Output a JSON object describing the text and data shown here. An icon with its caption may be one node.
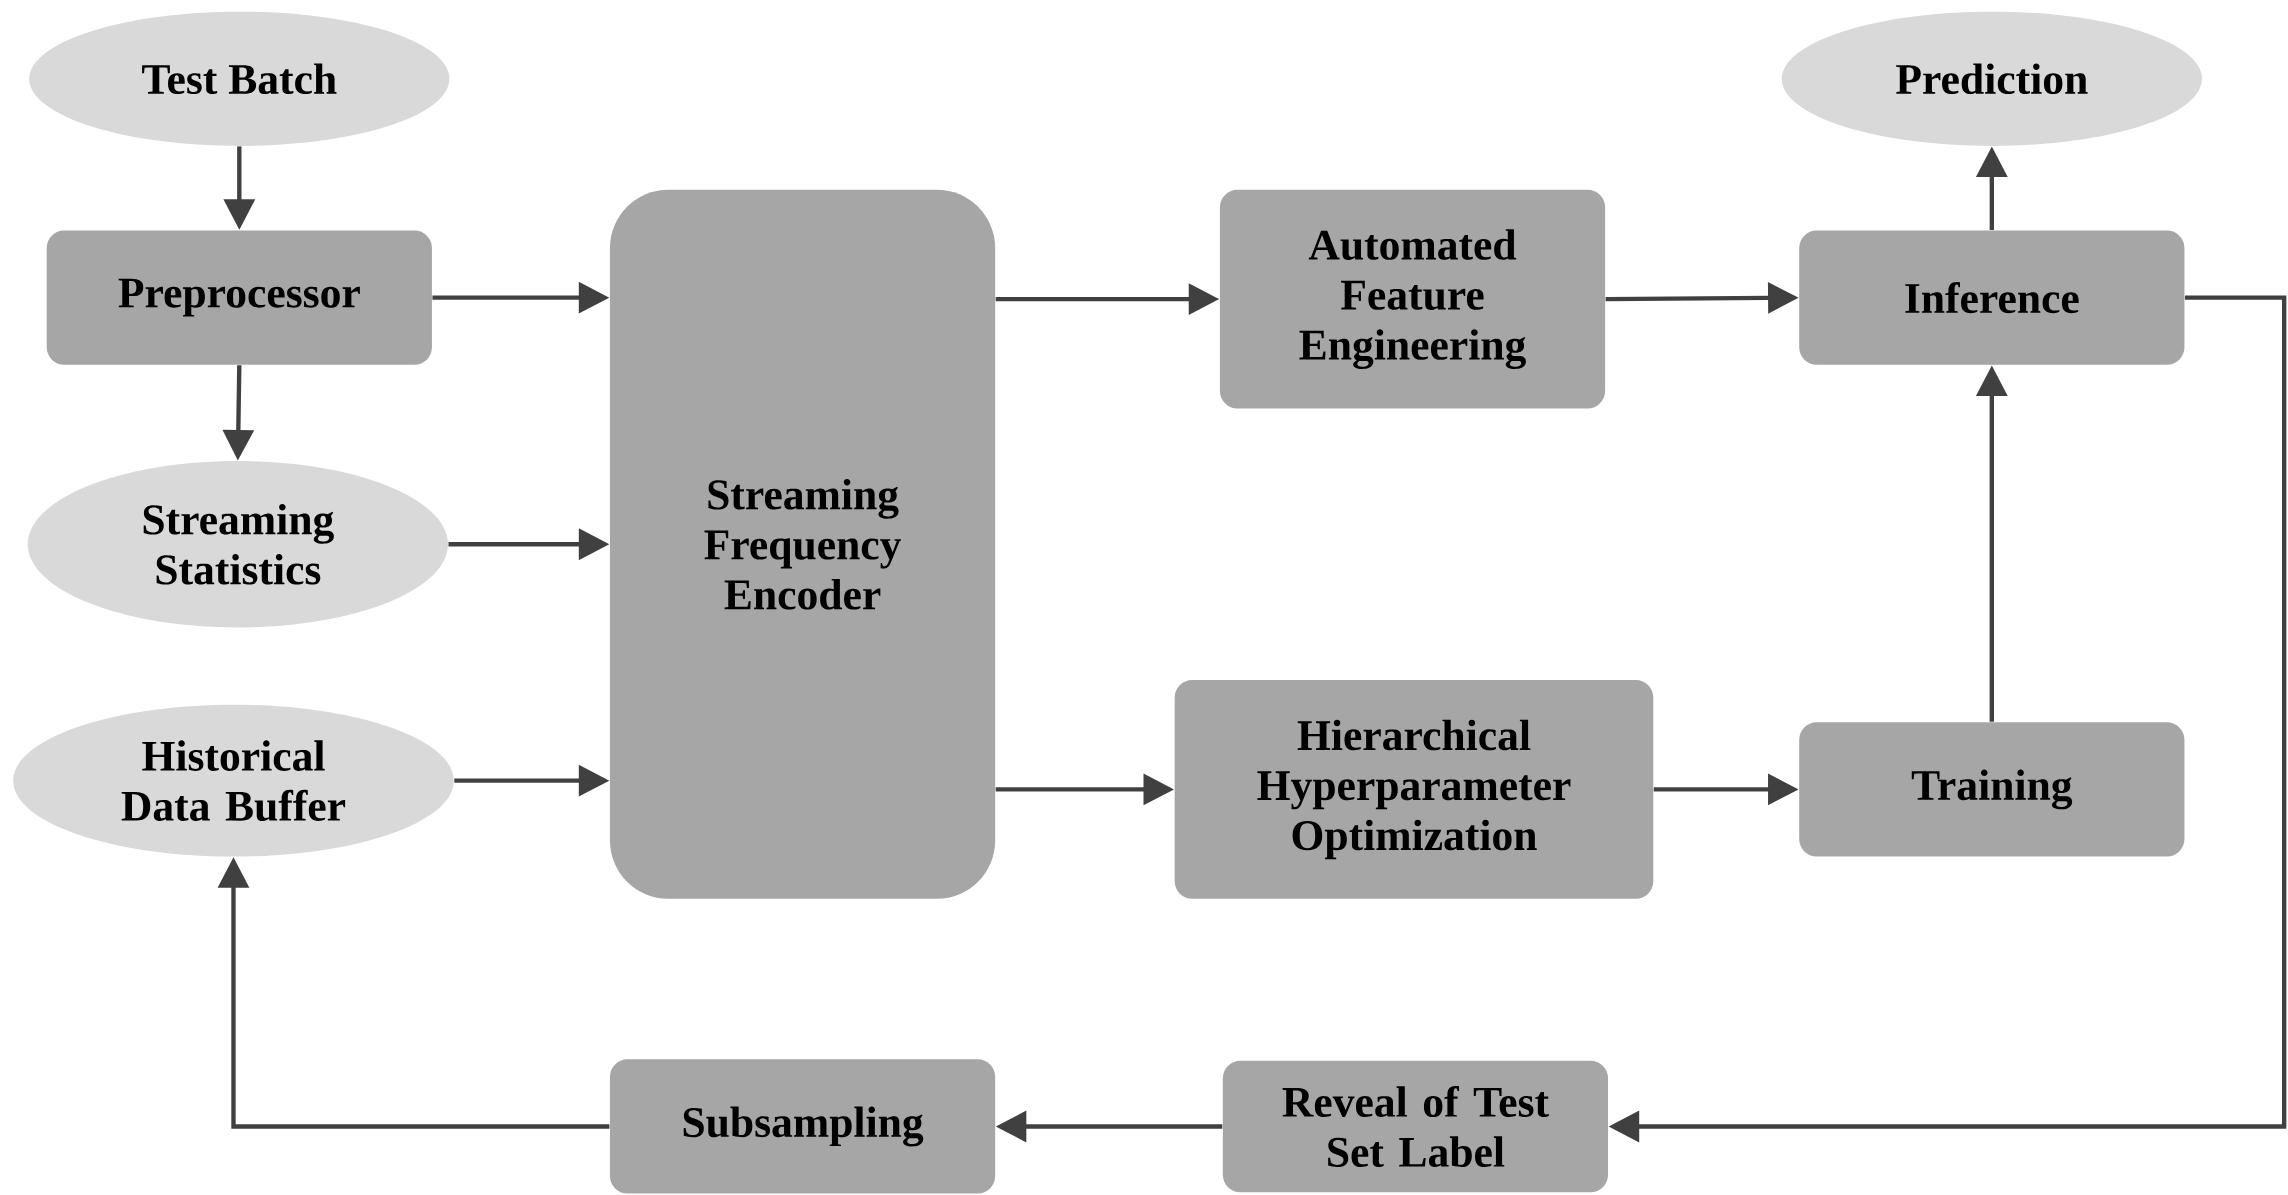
{
  "diagram": {
    "nodes": [
      {
        "text": [
          "Test Batch"
        ]
      },
      {
        "text": [
          "Preprocessor"
        ]
      },
      {
        "text": [
          "Streaming Statistics"
        ]
      },
      {
        "text": [
          "Historical Data Buffer"
        ]
      },
      {
        "text": [
          "Streaming Frequency Encoder"
        ]
      },
      {
        "text": [
          "Automated Feature Engineering"
        ]
      },
      {
        "text": [
          "Hierarchical Hyperparameter Optimization"
        ]
      },
      {
        "text": [
          "Prediction"
        ]
      },
      {
        "text": [
          "Inference"
        ]
      },
      {
        "text": [
          "Training"
        ]
      },
      {
        "text": [
          "Reveal of Test Set Label"
        ]
      },
      {
        "text": [
          "Subsampling"
        ]
      }
    ],
    "edges": [
      {
        "from": 0,
        "to": 1,
        "arrow": "to"
      },
      {
        "from": 1,
        "to": 2,
        "arrow": "to"
      },
      {
        "from": 1,
        "to": 4,
        "arrow": "to"
      },
      {
        "from": 2,
        "to": 4,
        "arrow": "to"
      },
      {
        "from": 3,
        "to": 4,
        "arrow": "to"
      },
      {
        "from": 4,
        "to": 5,
        "arrow": "to"
      },
      {
        "from": 4,
        "to": 6,
        "arrow": "to"
      },
      {
        "from": 5,
        "to": 8,
        "arrow": "to"
      },
      {
        "from": 8,
        "to": 7,
        "arrow": "to"
      },
      {
        "from": 6,
        "to": 9,
        "arrow": "to"
      },
      {
        "from": 9,
        "to": 8,
        "arrow": "to"
      },
      {
        "from": 8,
        "to": 10,
        "arrow": "to"
      },
      {
        "from": 10,
        "to": 11,
        "arrow": "to"
      },
      {
        "from": 11,
        "to": 3,
        "arrow": "to"
      }
    ]
  }
}
